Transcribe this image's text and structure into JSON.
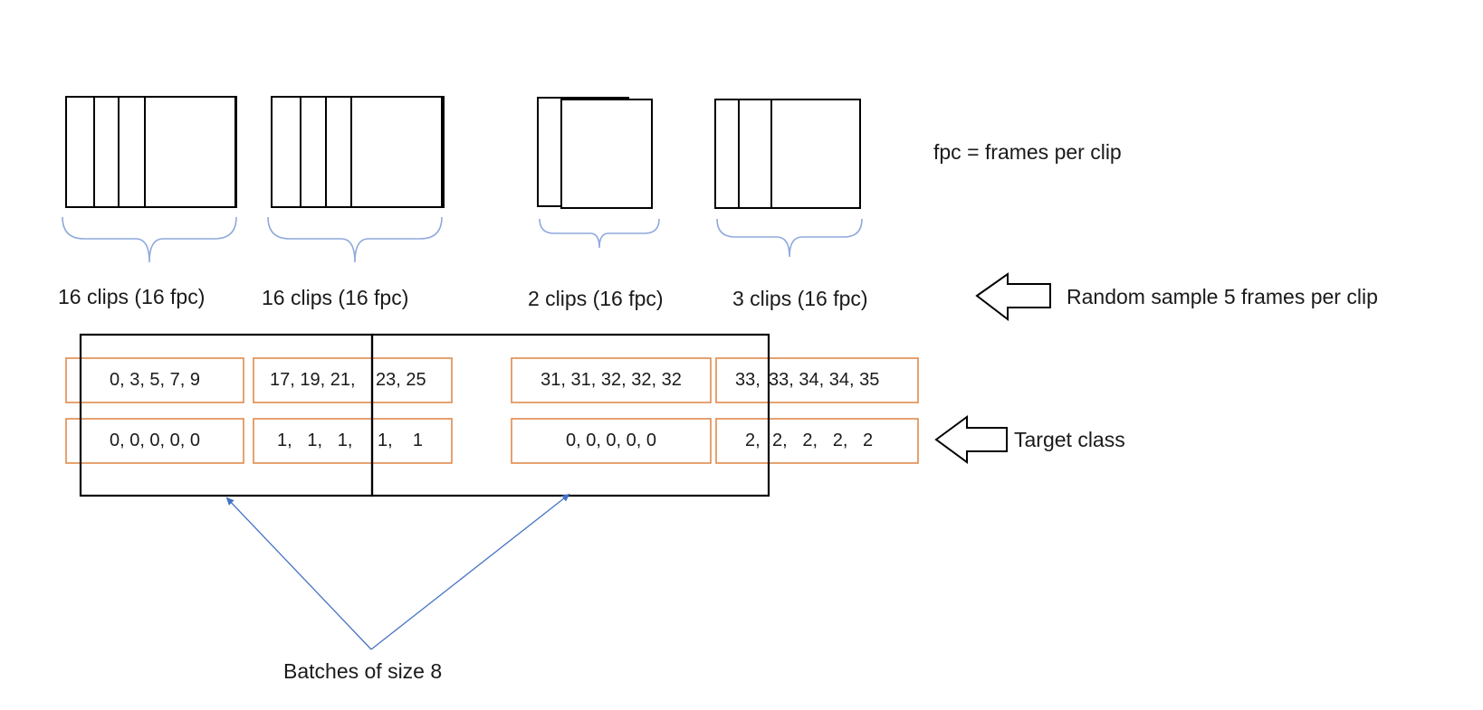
{
  "legend_note": "fpc = frames per clip",
  "groups": [
    {
      "label": "16 clips (16 fpc)"
    },
    {
      "label": "16 clips (16 fpc)"
    },
    {
      "label": "2 clips (16 fpc)"
    },
    {
      "label": "3 clips (16 fpc)"
    }
  ],
  "sample_note": "Random sample 5 frames per clip",
  "target_note": "Target class",
  "frame_rows": {
    "g1": "0, 3, 5, 7, 9",
    "g2_left": "17, 19, 21,",
    "g2_right": "23, 25",
    "g3": "31, 31, 32, 32, 32",
    "g4_left": "33,",
    "g4_right": "33, 34, 34, 35"
  },
  "class_rows": {
    "g1": "0, 0, 0, 0, 0",
    "g2_left": "1,   1,   1,",
    "g2_right": "1,    1",
    "g3": "0, 0, 0, 0, 0",
    "g4_left": "2,",
    "g4_right": "2,   2,   2,   2"
  },
  "batches_note": "Batches of size 8",
  "colors": {
    "box_outline": "#e08a4c",
    "brace": "#8fa9dc",
    "pointer_arrow": "#4472c4",
    "frame": "#000000"
  }
}
